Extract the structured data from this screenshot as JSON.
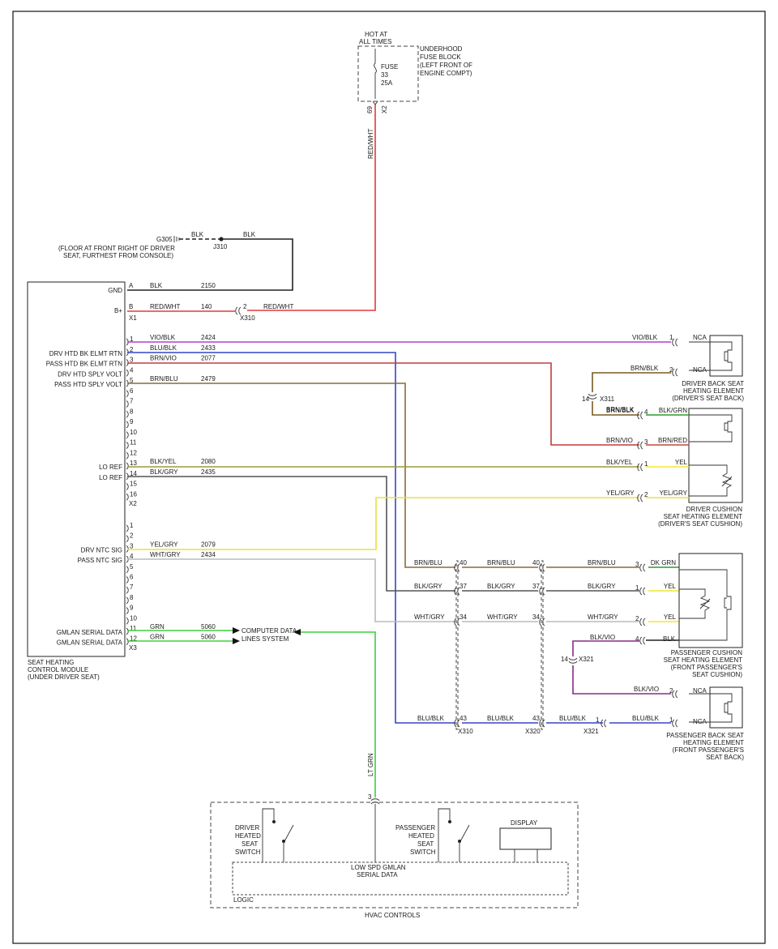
{
  "colors": {
    "red_wht": "#e23a3a",
    "blk": "#222222",
    "vio_blk": "#b23ed6",
    "blu_blk": "#3347c8",
    "brn_vio": "#b8403a",
    "brn_blu": "#8a6a3a",
    "blk_yel": "#9a9a3a",
    "blk_gry": "#555555",
    "yel_gry": "#e8e040",
    "wht_gry": "#bbbbbb",
    "grn": "#3ecf3e",
    "brn_blk": "#7a5a20",
    "dk_grn": "#2e9a2e",
    "yel": "#f2e530",
    "blk_vio": "#8a2a8a",
    "brn_red": "#c04a3a"
  },
  "fuse_block": {
    "hot_label": [
      "HOT AT",
      "ALL TIMES"
    ],
    "fuse": [
      "FUSE",
      "33",
      "25A"
    ],
    "name": [
      "UNDERHOOD",
      "FUSE BLOCK",
      "(LEFT FRONT OF",
      "ENGINE COMPT)"
    ],
    "pin": "69",
    "connector": "X2"
  },
  "ground": {
    "id": "G305",
    "location": [
      "(FLOOR AT FRONT RIGHT OF DRIVER",
      "SEAT, FURTHEST FROM CONSOLE)"
    ],
    "splice": "J310",
    "wire1": "BLK",
    "wire2": "BLK"
  },
  "riser_wire": "RED/WHT",
  "module": {
    "name": [
      "SEAT HEATING",
      "CONTROL MODULE",
      "(UNDER DRIVER SEAT)"
    ],
    "x1": {
      "connector": "X1",
      "rows": [
        {
          "signal": "GND",
          "pin": "A",
          "color": "BLK",
          "circuit": "2150"
        },
        {
          "signal": "B+",
          "pin": "B",
          "color": "RED/WHT",
          "circuit": "140"
        }
      ]
    },
    "x2": {
      "connector": "X2",
      "rows": [
        {
          "pin": "1",
          "signal": "",
          "color": "VIO/BLK",
          "circuit": "2424"
        },
        {
          "pin": "2",
          "signal": "DRV HTD BK ELMT RTN",
          "color": "BLU/BLK",
          "circuit": "2433"
        },
        {
          "pin": "3",
          "signal": "PASS HTD BK ELMT RTN",
          "color": "BRN/VIO",
          "circuit": "2077"
        },
        {
          "pin": "4",
          "signal": "DRV HTD SPLY VOLT",
          "color": "",
          "circuit": ""
        },
        {
          "pin": "5",
          "signal": "PASS HTD SPLY VOLT",
          "color": "BRN/BLU",
          "circuit": "2479"
        },
        {
          "pin": "6",
          "signal": "",
          "color": "",
          "circuit": ""
        },
        {
          "pin": "7",
          "signal": "",
          "color": "",
          "circuit": ""
        },
        {
          "pin": "8",
          "signal": "",
          "color": "",
          "circuit": ""
        },
        {
          "pin": "9",
          "signal": "",
          "color": "",
          "circuit": ""
        },
        {
          "pin": "10",
          "signal": "",
          "color": "",
          "circuit": ""
        },
        {
          "pin": "11",
          "signal": "",
          "color": "",
          "circuit": ""
        },
        {
          "pin": "12",
          "signal": "",
          "color": "",
          "circuit": ""
        },
        {
          "pin": "13",
          "signal": "LO REF",
          "color": "BLK/YEL",
          "circuit": "2080"
        },
        {
          "pin": "14",
          "signal": "LO REF",
          "color": "BLK/GRY",
          "circuit": "2435"
        },
        {
          "pin": "15",
          "signal": "",
          "color": "",
          "circuit": ""
        },
        {
          "pin": "16",
          "signal": "",
          "color": "",
          "circuit": ""
        }
      ]
    },
    "x3": {
      "connector": "X3",
      "rows": [
        {
          "pin": "1",
          "signal": "",
          "color": "",
          "circuit": ""
        },
        {
          "pin": "2",
          "signal": "",
          "color": "",
          "circuit": ""
        },
        {
          "pin": "3",
          "signal": "DRV NTC SIG",
          "color": "YEL/GRY",
          "circuit": "2079"
        },
        {
          "pin": "4",
          "signal": "PASS NTC SIG",
          "color": "WHT/GRY",
          "circuit": "2434"
        },
        {
          "pin": "5",
          "signal": "",
          "color": "",
          "circuit": ""
        },
        {
          "pin": "6",
          "signal": "",
          "color": "",
          "circuit": ""
        },
        {
          "pin": "7",
          "signal": "",
          "color": "",
          "circuit": ""
        },
        {
          "pin": "8",
          "signal": "",
          "color": "",
          "circuit": ""
        },
        {
          "pin": "9",
          "signal": "",
          "color": "",
          "circuit": ""
        },
        {
          "pin": "10",
          "signal": "",
          "color": "",
          "circuit": ""
        },
        {
          "pin": "11",
          "signal": "GMLAN SERIAL DATA",
          "color": "GRN",
          "circuit": "5060"
        },
        {
          "pin": "12",
          "signal": "GMLAN SERIAL DATA",
          "color": "GRN",
          "circuit": "5060"
        }
      ]
    }
  },
  "x310_b": {
    "pin": "2",
    "connector": "X310",
    "wire": "RED/WHT"
  },
  "computer_data": [
    "COMPUTER DATA",
    "LINES SYSTEM"
  ],
  "driver_back": {
    "name": [
      "DRIVER BACK SEAT",
      "HEATING ELEMENT",
      "(DRIVER'S SEAT BACK)"
    ],
    "pins": [
      {
        "wire": "VIO/BLK",
        "pin": "1",
        "nc": "NCA"
      },
      {
        "wire": "BRN/BLK",
        "pin": "2",
        "nc": "NCA"
      }
    ]
  },
  "x311": {
    "pin": "14",
    "connector": "X311",
    "wire": "BRN/BLK"
  },
  "driver_cushion": {
    "name": [
      "DRIVER CUSHION",
      "SEAT HEATING ELEMENT",
      "(DRIVER'S SEAT CUSHION)"
    ],
    "pins": [
      {
        "wire_in": "BRN/BLK",
        "pin": "4",
        "wire_out": "BLK/GRN"
      },
      {
        "wire_in": "BRN/VIO",
        "pin": "3",
        "wire_out": "BRN/RED"
      },
      {
        "wire_in": "BLK/YEL",
        "pin": "1",
        "wire_out": "YEL"
      },
      {
        "wire_in": "YEL/GRY",
        "pin": "2",
        "wire_out": "YEL/GRY"
      }
    ]
  },
  "inline_rows": [
    {
      "left_wire": "BRN/BLU",
      "x310": "40",
      "mid_wire": "BRN/BLU",
      "x320": "40",
      "right_wire": "BRN/BLU",
      "pin": "3",
      "out": "DK GRN"
    },
    {
      "left_wire": "BLK/GRY",
      "x310": "37",
      "mid_wire": "BLK/GRY",
      "x320": "37",
      "right_wire": "BLK/GRY",
      "pin": "1",
      "out": "YEL"
    },
    {
      "left_wire": "WHT/GRY",
      "x310": "34",
      "mid_wire": "WHT/GRY",
      "x320": "34",
      "right_wire": "WHT/GRY",
      "pin": "2",
      "out": "YEL"
    },
    {
      "left_wire": "BLU/BLK",
      "x310": "43",
      "mid_wire": "BLU/BLK",
      "x320": "43",
      "right_wire": "BLU/BLK",
      "pin": "1",
      "out": "NCA"
    }
  ],
  "inline_connectors": {
    "x310": "X310",
    "x320": "X320",
    "x321_bottom_pin": "1",
    "x321": "X321",
    "x321_mid_wire": "BLU/BLK"
  },
  "pass_cushion": {
    "name": [
      "PASSENGER CUSHION",
      "SEAT HEATING ELEMENT",
      "(FRONT PASSENGER'S",
      "SEAT CUSHION)"
    ],
    "blk_pin": {
      "wire": "BLK/VIO",
      "pin": "4",
      "out": "BLK"
    }
  },
  "x321_side": {
    "pin": "14",
    "connector": "X321"
  },
  "pass_back": {
    "name": [
      "PASSENGER BACK SEAT",
      "HEATING ELEMENT",
      "(FRONT PASSENGER'S",
      "SEAT BACK)"
    ],
    "pin2": {
      "wire": "BLK/VIO",
      "pin": "2",
      "nc": "NCA"
    }
  },
  "hvac": {
    "wire": "LT GRN",
    "pin": "3",
    "driver_switch": [
      "DRIVER",
      "HEATED",
      "SEAT",
      "SWITCH"
    ],
    "passenger_switch": [
      "PASSENGER",
      "HEATED",
      "SEAT",
      "SWITCH"
    ],
    "display": "DISPLAY",
    "serial": [
      "LOW SPD GMLAN",
      "SERIAL DATA"
    ],
    "logic": "LOGIC",
    "name": "HVAC CONTROLS"
  }
}
